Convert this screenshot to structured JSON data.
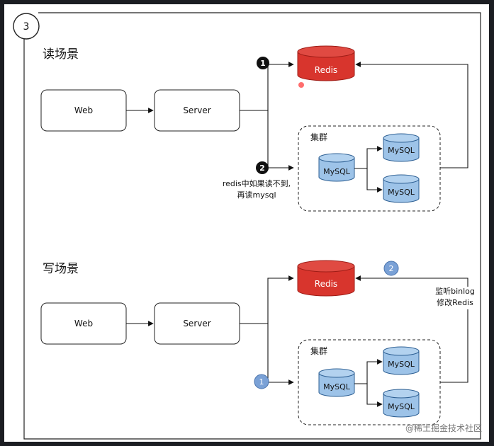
{
  "step_number": "3",
  "read_scene": {
    "title": "读场景",
    "web_label": "Web",
    "server_label": "Server",
    "redis_label": "Redis",
    "cluster_label": "集群",
    "mysql_master_label": "MySQL",
    "mysql_replica1_label": "MySQL",
    "mysql_replica2_label": "MySQL",
    "step1_badge": "1",
    "step2_badge": "2",
    "step2_note_line1": "redis中如果读不到,",
    "step2_note_line2": "再读mysql"
  },
  "write_scene": {
    "title": "写场景",
    "web_label": "Web",
    "server_label": "Server",
    "redis_label": "Redis",
    "cluster_label": "集群",
    "mysql_master_label": "MySQL",
    "mysql_replica1_label": "MySQL",
    "mysql_replica2_label": "MySQL",
    "step1_badge": "1",
    "step2_badge": "2",
    "binlog_note_line1": "监听binlog",
    "binlog_note_line2": "修改Redis"
  },
  "watermark": "@稀土掘金技术社区",
  "colors": {
    "redis_fill": "#d8352d",
    "mysql_fill": "#9dc3e8",
    "badge_dark": "#111111",
    "badge_blue": "#7aa1d6"
  }
}
